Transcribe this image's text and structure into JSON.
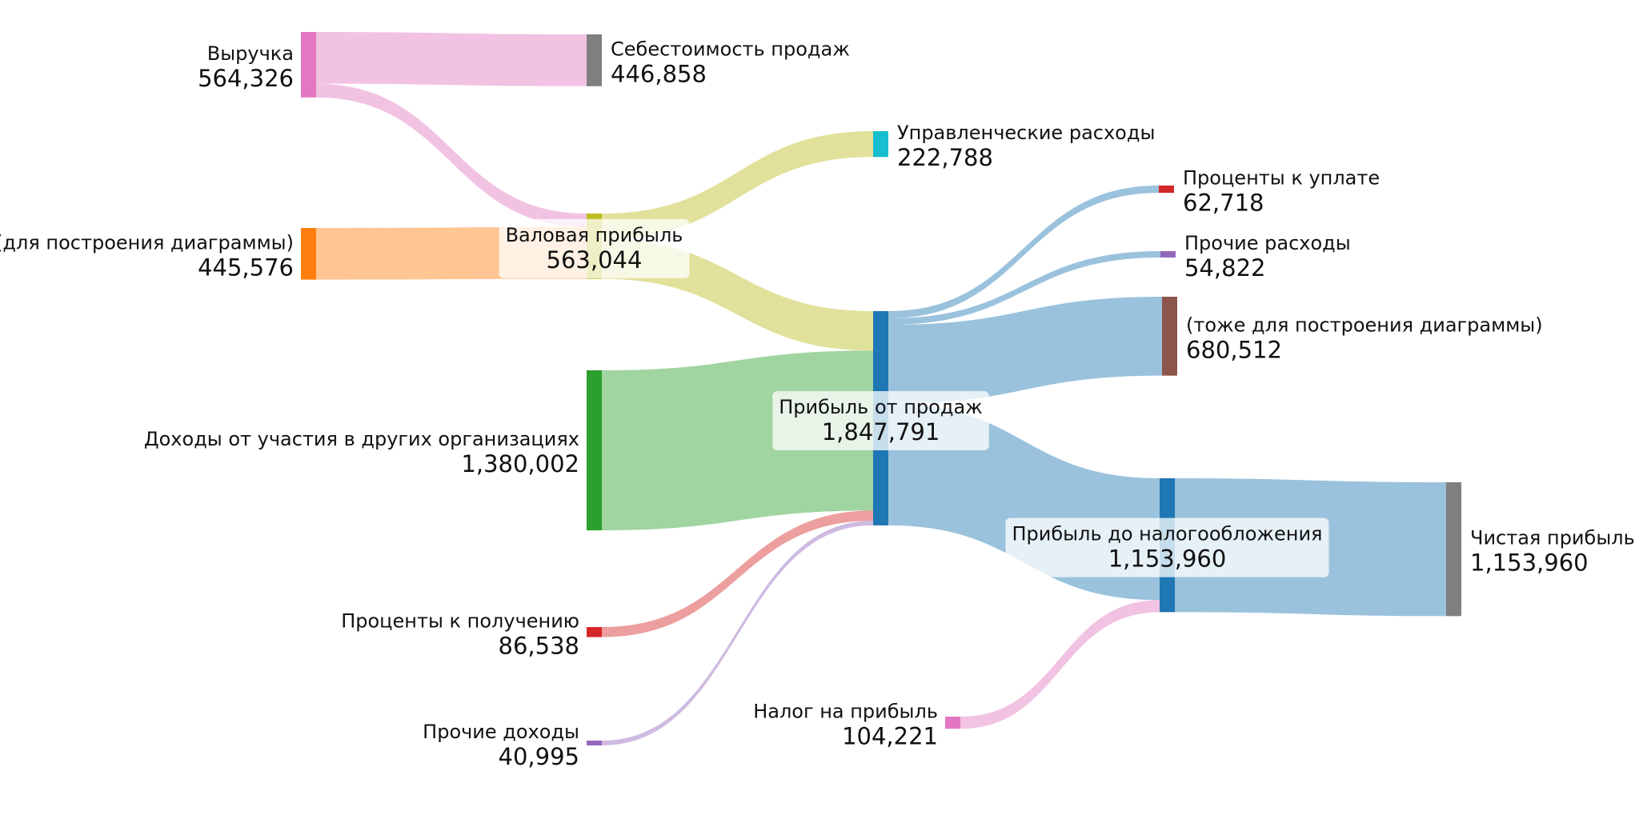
{
  "chart_data": {
    "type": "sankey",
    "nodes": [
      {
        "id": "revenue",
        "label": "Выручка",
        "value": "564,326",
        "color": "#e377c2"
      },
      {
        "id": "aux1",
        "label": "(для построения диаграммы)",
        "value": "445,576",
        "color": "#ff7f0e"
      },
      {
        "id": "cogs",
        "label": "Себестоимость продаж",
        "value": "446,858",
        "color": "#7f7f7f"
      },
      {
        "id": "gross",
        "label": "Валовая прибыль",
        "value": "563,044",
        "color": "#bcbd22"
      },
      {
        "id": "participation",
        "label": "Доходы от участия в других организациях",
        "value": "1,380,002",
        "color": "#2ca02c"
      },
      {
        "id": "int_recv",
        "label": "Проценты к получению",
        "value": "86,538",
        "color": "#d62728"
      },
      {
        "id": "other_inc",
        "label": "Прочие доходы",
        "value": "40,995",
        "color": "#9467bd"
      },
      {
        "id": "admin",
        "label": "Управленческие расходы",
        "value": "222,788",
        "color": "#17becf"
      },
      {
        "id": "sales_profit",
        "label": "Прибыль от продаж",
        "value": "1,847,791",
        "color": "#1f77b4"
      },
      {
        "id": "tax",
        "label": "Налог на прибыль",
        "value": "104,221",
        "color": "#e377c2"
      },
      {
        "id": "int_pay",
        "label": "Проценты к уплате",
        "value": "62,718",
        "color": "#d62728"
      },
      {
        "id": "other_exp",
        "label": "Прочие расходы",
        "value": "54,822",
        "color": "#9467bd"
      },
      {
        "id": "aux2",
        "label": "(тоже для построения диаграммы)",
        "value": "680,512",
        "color": "#8c564b"
      },
      {
        "id": "pbt",
        "label": "Прибыль до налогообложения",
        "value": "1,153,960",
        "color": "#1f77b4"
      },
      {
        "id": "net",
        "label": "Чистая прибыль",
        "value": "1,153,960",
        "color": "#7f7f7f"
      }
    ],
    "links": [
      {
        "source": "revenue",
        "target": "cogs",
        "value": 446858
      },
      {
        "source": "revenue",
        "target": "gross",
        "value": 117468
      },
      {
        "source": "aux1",
        "target": "gross",
        "value": 445576
      },
      {
        "source": "gross",
        "target": "admin",
        "value": 222788
      },
      {
        "source": "gross",
        "target": "sales_profit",
        "value": 340256
      },
      {
        "source": "participation",
        "target": "sales_profit",
        "value": 1380002
      },
      {
        "source": "int_recv",
        "target": "sales_profit",
        "value": 86538
      },
      {
        "source": "other_inc",
        "target": "sales_profit",
        "value": 40995
      },
      {
        "source": "sales_profit",
        "target": "int_pay",
        "value": 62718
      },
      {
        "source": "sales_profit",
        "target": "other_exp",
        "value": 54822
      },
      {
        "source": "sales_profit",
        "target": "aux2",
        "value": 680512
      },
      {
        "source": "sales_profit",
        "target": "pbt",
        "value": 1049739
      },
      {
        "source": "tax",
        "target": "pbt",
        "value": 104221
      },
      {
        "source": "pbt",
        "target": "net",
        "value": 1153960
      }
    ]
  }
}
